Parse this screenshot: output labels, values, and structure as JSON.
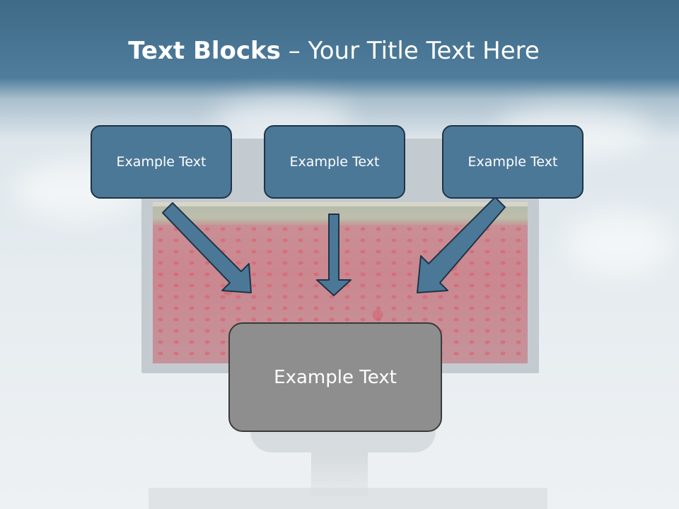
{
  "title": {
    "bold": "Text Blocks",
    "rest": " – Your Title Text Here"
  },
  "blocks": {
    "left": "Example Text",
    "middle": "Example Text",
    "right": "Example Text",
    "bottom": "Example Text"
  },
  "colors": {
    "block_fill": "#4c7898",
    "block_border": "#1f3446",
    "bottom_fill": "#8e8e8e",
    "arrow_fill": "#4c7898"
  }
}
